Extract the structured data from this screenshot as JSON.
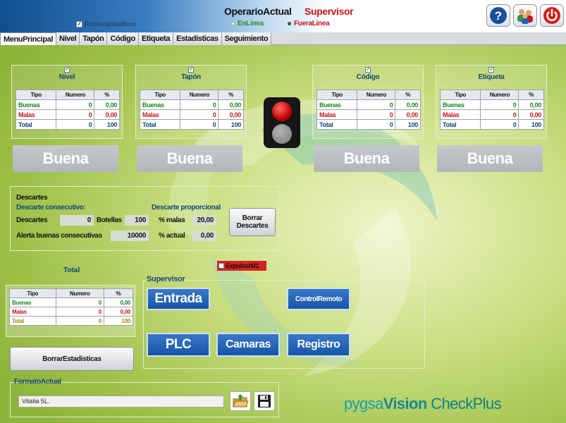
{
  "header": {
    "refresh_label": "RefrescarGraficos",
    "operator_label": "OperarioActual",
    "operator_value": "Supervisor",
    "status_online": "EnLinea",
    "status_offline": "FueraLinea",
    "help_icon": "?"
  },
  "tabs": [
    {
      "label": "MenuPrincipal"
    },
    {
      "label": "Nivel"
    },
    {
      "label": "Tapón"
    },
    {
      "label": "Código"
    },
    {
      "label": "Etiqueta"
    },
    {
      "label": "Estadisticas"
    },
    {
      "label": "Seguimiento"
    }
  ],
  "columns": [
    "Tipo",
    "Numero",
    "%"
  ],
  "metrics": [
    {
      "title": "Nivel",
      "rows": [
        {
          "tipo": "Buenas",
          "numero": "0",
          "pct": "0,00"
        },
        {
          "tipo": "Malas",
          "numero": "0",
          "pct": "0,00"
        },
        {
          "tipo": "Total",
          "numero": "0",
          "pct": "100"
        }
      ],
      "status": "Buena"
    },
    {
      "title": "Tapón",
      "rows": [
        {
          "tipo": "Buenas",
          "numero": "0",
          "pct": "0,00"
        },
        {
          "tipo": "Malas",
          "numero": "0",
          "pct": "0,00"
        },
        {
          "tipo": "Total",
          "numero": "0",
          "pct": "100"
        }
      ],
      "status": "Buena"
    },
    {
      "title": "Código",
      "rows": [
        {
          "tipo": "Buenas",
          "numero": "0",
          "pct": "0,00"
        },
        {
          "tipo": "Malas",
          "numero": "0",
          "pct": "0,00"
        },
        {
          "tipo": "Total",
          "numero": "0",
          "pct": "100"
        }
      ],
      "status": "Buena"
    },
    {
      "title": "Etiqueta",
      "rows": [
        {
          "tipo": "Buenas",
          "numero": "0",
          "pct": "0,00"
        },
        {
          "tipo": "Malas",
          "numero": "0",
          "pct": "0,00"
        },
        {
          "tipo": "Total",
          "numero": "0",
          "pct": "100"
        }
      ],
      "status": "Buena"
    }
  ],
  "descartes": {
    "title": "Descartes",
    "consecutivo_label": "Descarte consecutivo:",
    "proporcional_label": "Descarte proporcional",
    "descartes_label": "Descartes",
    "descartes_value": "0",
    "botellas_label": "Botellas",
    "botellas_value": "100",
    "pct_malas_label": "% malas",
    "pct_malas_value": "20,00",
    "alerta_label": "Alerta buenas consecutivas",
    "alerta_value": "10000",
    "pct_actual_label": "% actual",
    "pct_actual_value": "0,00",
    "borrar_button": "Borrar Descartes"
  },
  "expulsor_label": "ExpulsorM1",
  "total": {
    "title": "Total",
    "rows": [
      {
        "tipo": "Buenas",
        "numero": "0",
        "pct": "0,00"
      },
      {
        "tipo": "Malas",
        "numero": "0",
        "pct": "0,00"
      },
      {
        "tipo": "Total",
        "numero": "0",
        "pct": "100"
      }
    ]
  },
  "borrar_estadisticas": "BorrarEstadisticas",
  "supervisor": {
    "title": "Supervisor",
    "entrada": "Entrada",
    "control_remoto": "ControlRemoto",
    "plc": "PLC",
    "camaras": "Camaras",
    "registro": "Registro"
  },
  "formato": {
    "title": "FormatoActual",
    "value": "Vitalia 5L."
  },
  "brand": {
    "part1": "pygsa",
    "part2": "Vision",
    "part3": " CheckPlus"
  },
  "colors": {
    "good": "#17861f",
    "bad": "#c8141a",
    "accent_blue": "#14457a",
    "button_blue": "#1555a8"
  }
}
